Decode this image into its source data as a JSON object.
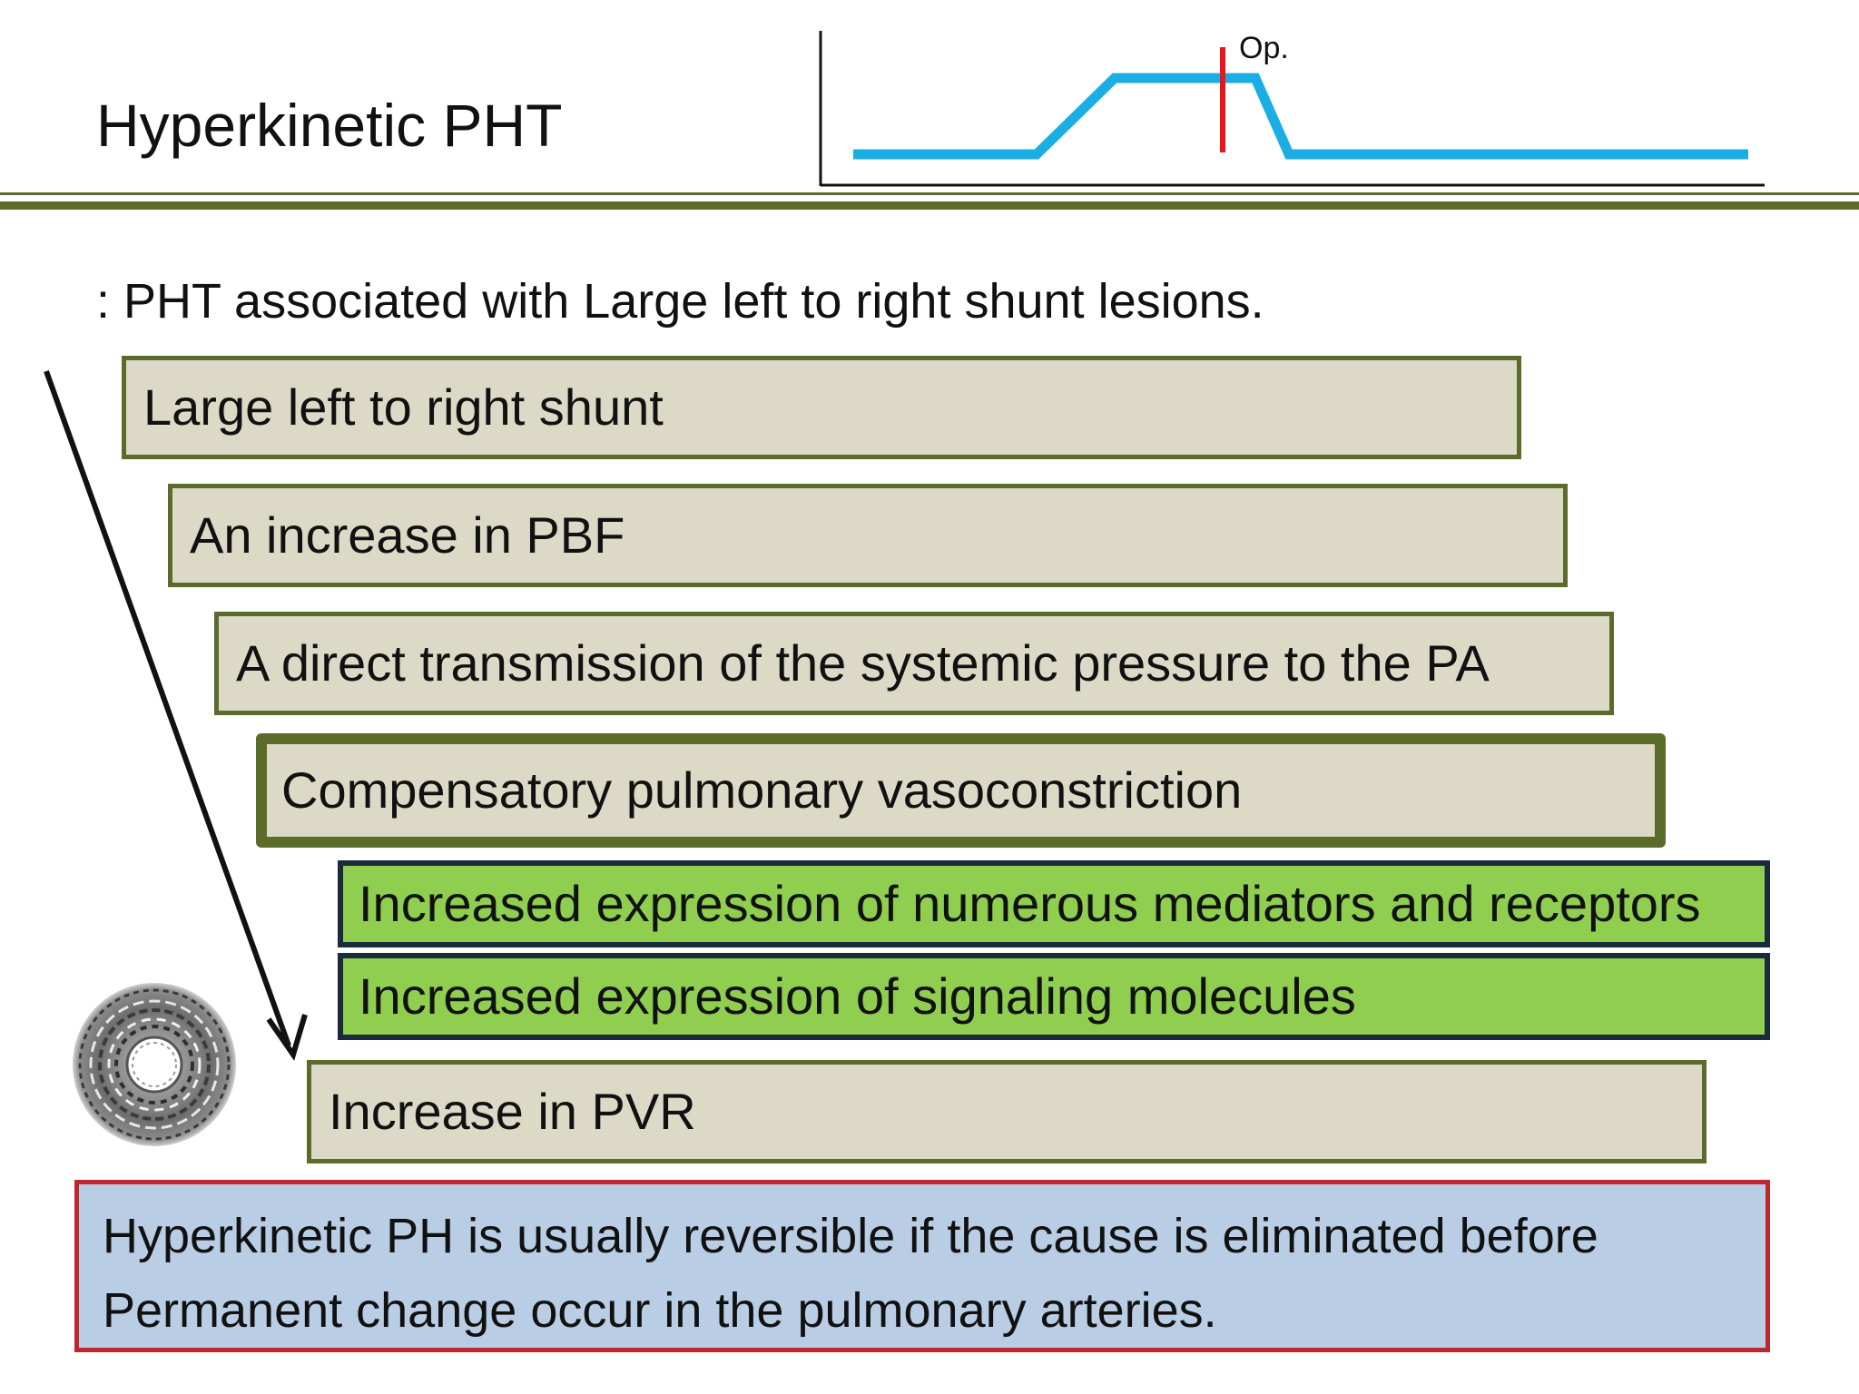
{
  "slide": {
    "title": "Hyperkinetic PHT",
    "subtitle": ": PHT associated with Large left to right shunt lesions."
  },
  "mini_chart": {
    "marker_label": "Op.",
    "line_color": "#1aaee5",
    "marker_color": "#e8151b"
  },
  "cascade": [
    {
      "label": "Large left to right shunt",
      "style": "normal"
    },
    {
      "label": "An increase in PBF",
      "style": "normal"
    },
    {
      "label": "A direct transmission of the systemic pressure to the PA",
      "style": "normal"
    },
    {
      "label": "Compensatory pulmonary vasoconstriction",
      "style": "thick"
    },
    {
      "label": "Increased expression of numerous mediators and receptors",
      "style": "highlight"
    },
    {
      "label": "Increased expression of signaling molecules",
      "style": "highlight"
    },
    {
      "label": "Increase in PVR",
      "style": "normal"
    }
  ],
  "note": {
    "lines": [
      "Hyperkinetic PH is usually reversible if the cause is eliminated before",
      "Permanent change occur in the pulmonary arteries."
    ]
  },
  "colors": {
    "header_rule": "#5b6b2a",
    "box_fill": "#dcd9c6",
    "box_border": "#5b6b2a",
    "highlight_fill": "#8fce4e",
    "highlight_border": "#1b2a3c",
    "note_fill": "#b9cde4",
    "note_border": "#c0272d"
  }
}
